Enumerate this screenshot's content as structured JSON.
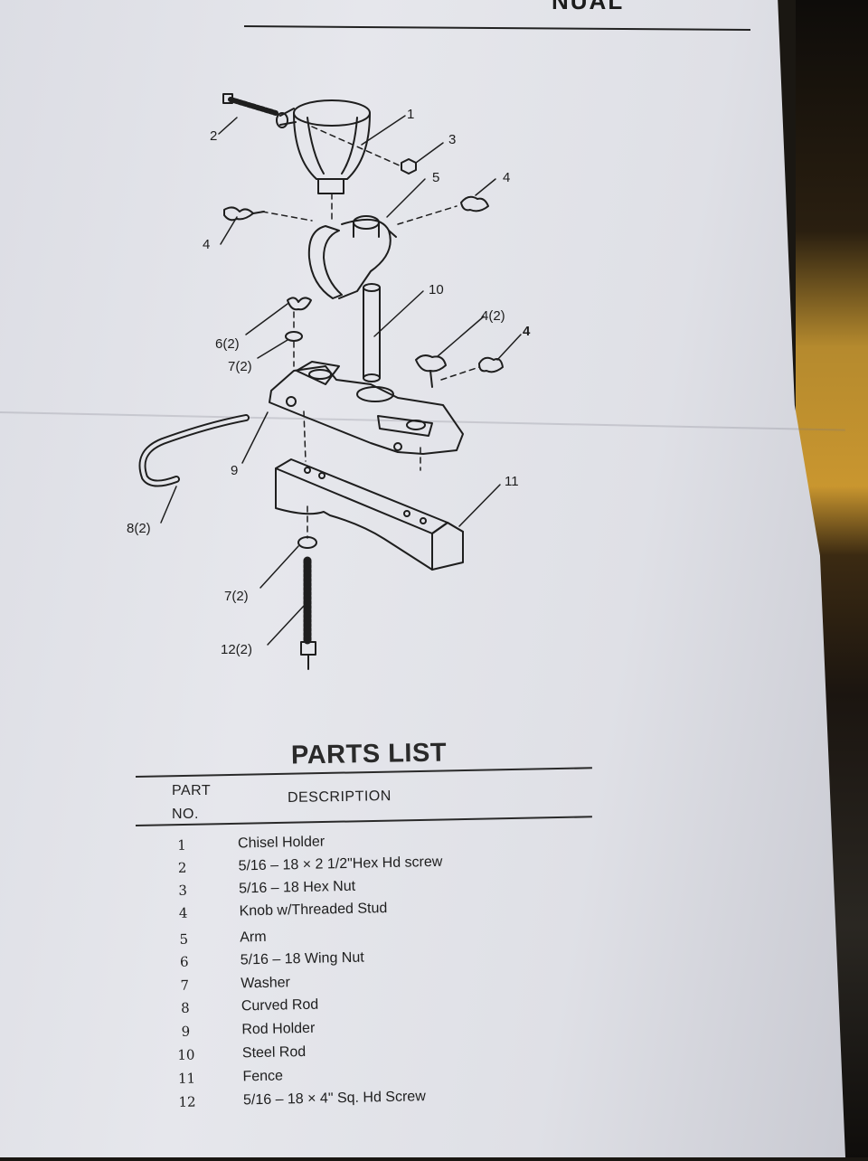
{
  "header": {
    "partial_title": "NUAL"
  },
  "diagram": {
    "callouts": [
      "1",
      "2",
      "3",
      "4",
      "5",
      "4",
      "10",
      "4(2)",
      "4",
      "6(2)",
      "7(2)",
      "9",
      "8(2)",
      "11",
      "7(2)",
      "12(2)"
    ]
  },
  "parts_list": {
    "title": "PARTS LIST",
    "col_part_line1": "PART",
    "col_part_line2": "NO.",
    "col_description": "DESCRIPTION",
    "rows": [
      {
        "no": "1",
        "desc": "Chisel Holder"
      },
      {
        "no": "2",
        "desc": "5/16 – 18 × 2 1/2\"Hex Hd screw"
      },
      {
        "no": "3",
        "desc": "5/16 – 18 Hex Nut"
      },
      {
        "no": "4",
        "desc": "Knob w/Threaded Stud"
      },
      {
        "no": "5",
        "desc": "Arm"
      },
      {
        "no": "6",
        "desc": "5/16 – 18 Wing Nut"
      },
      {
        "no": "7",
        "desc": "Washer"
      },
      {
        "no": "8",
        "desc": "Curved Rod"
      },
      {
        "no": "9",
        "desc": "Rod Holder"
      },
      {
        "no": "10",
        "desc": "Steel Rod"
      },
      {
        "no": "11",
        "desc": "Fence"
      },
      {
        "no": "12",
        "desc": "5/16 – 18 × 4\" Sq. Hd Screw"
      }
    ]
  }
}
